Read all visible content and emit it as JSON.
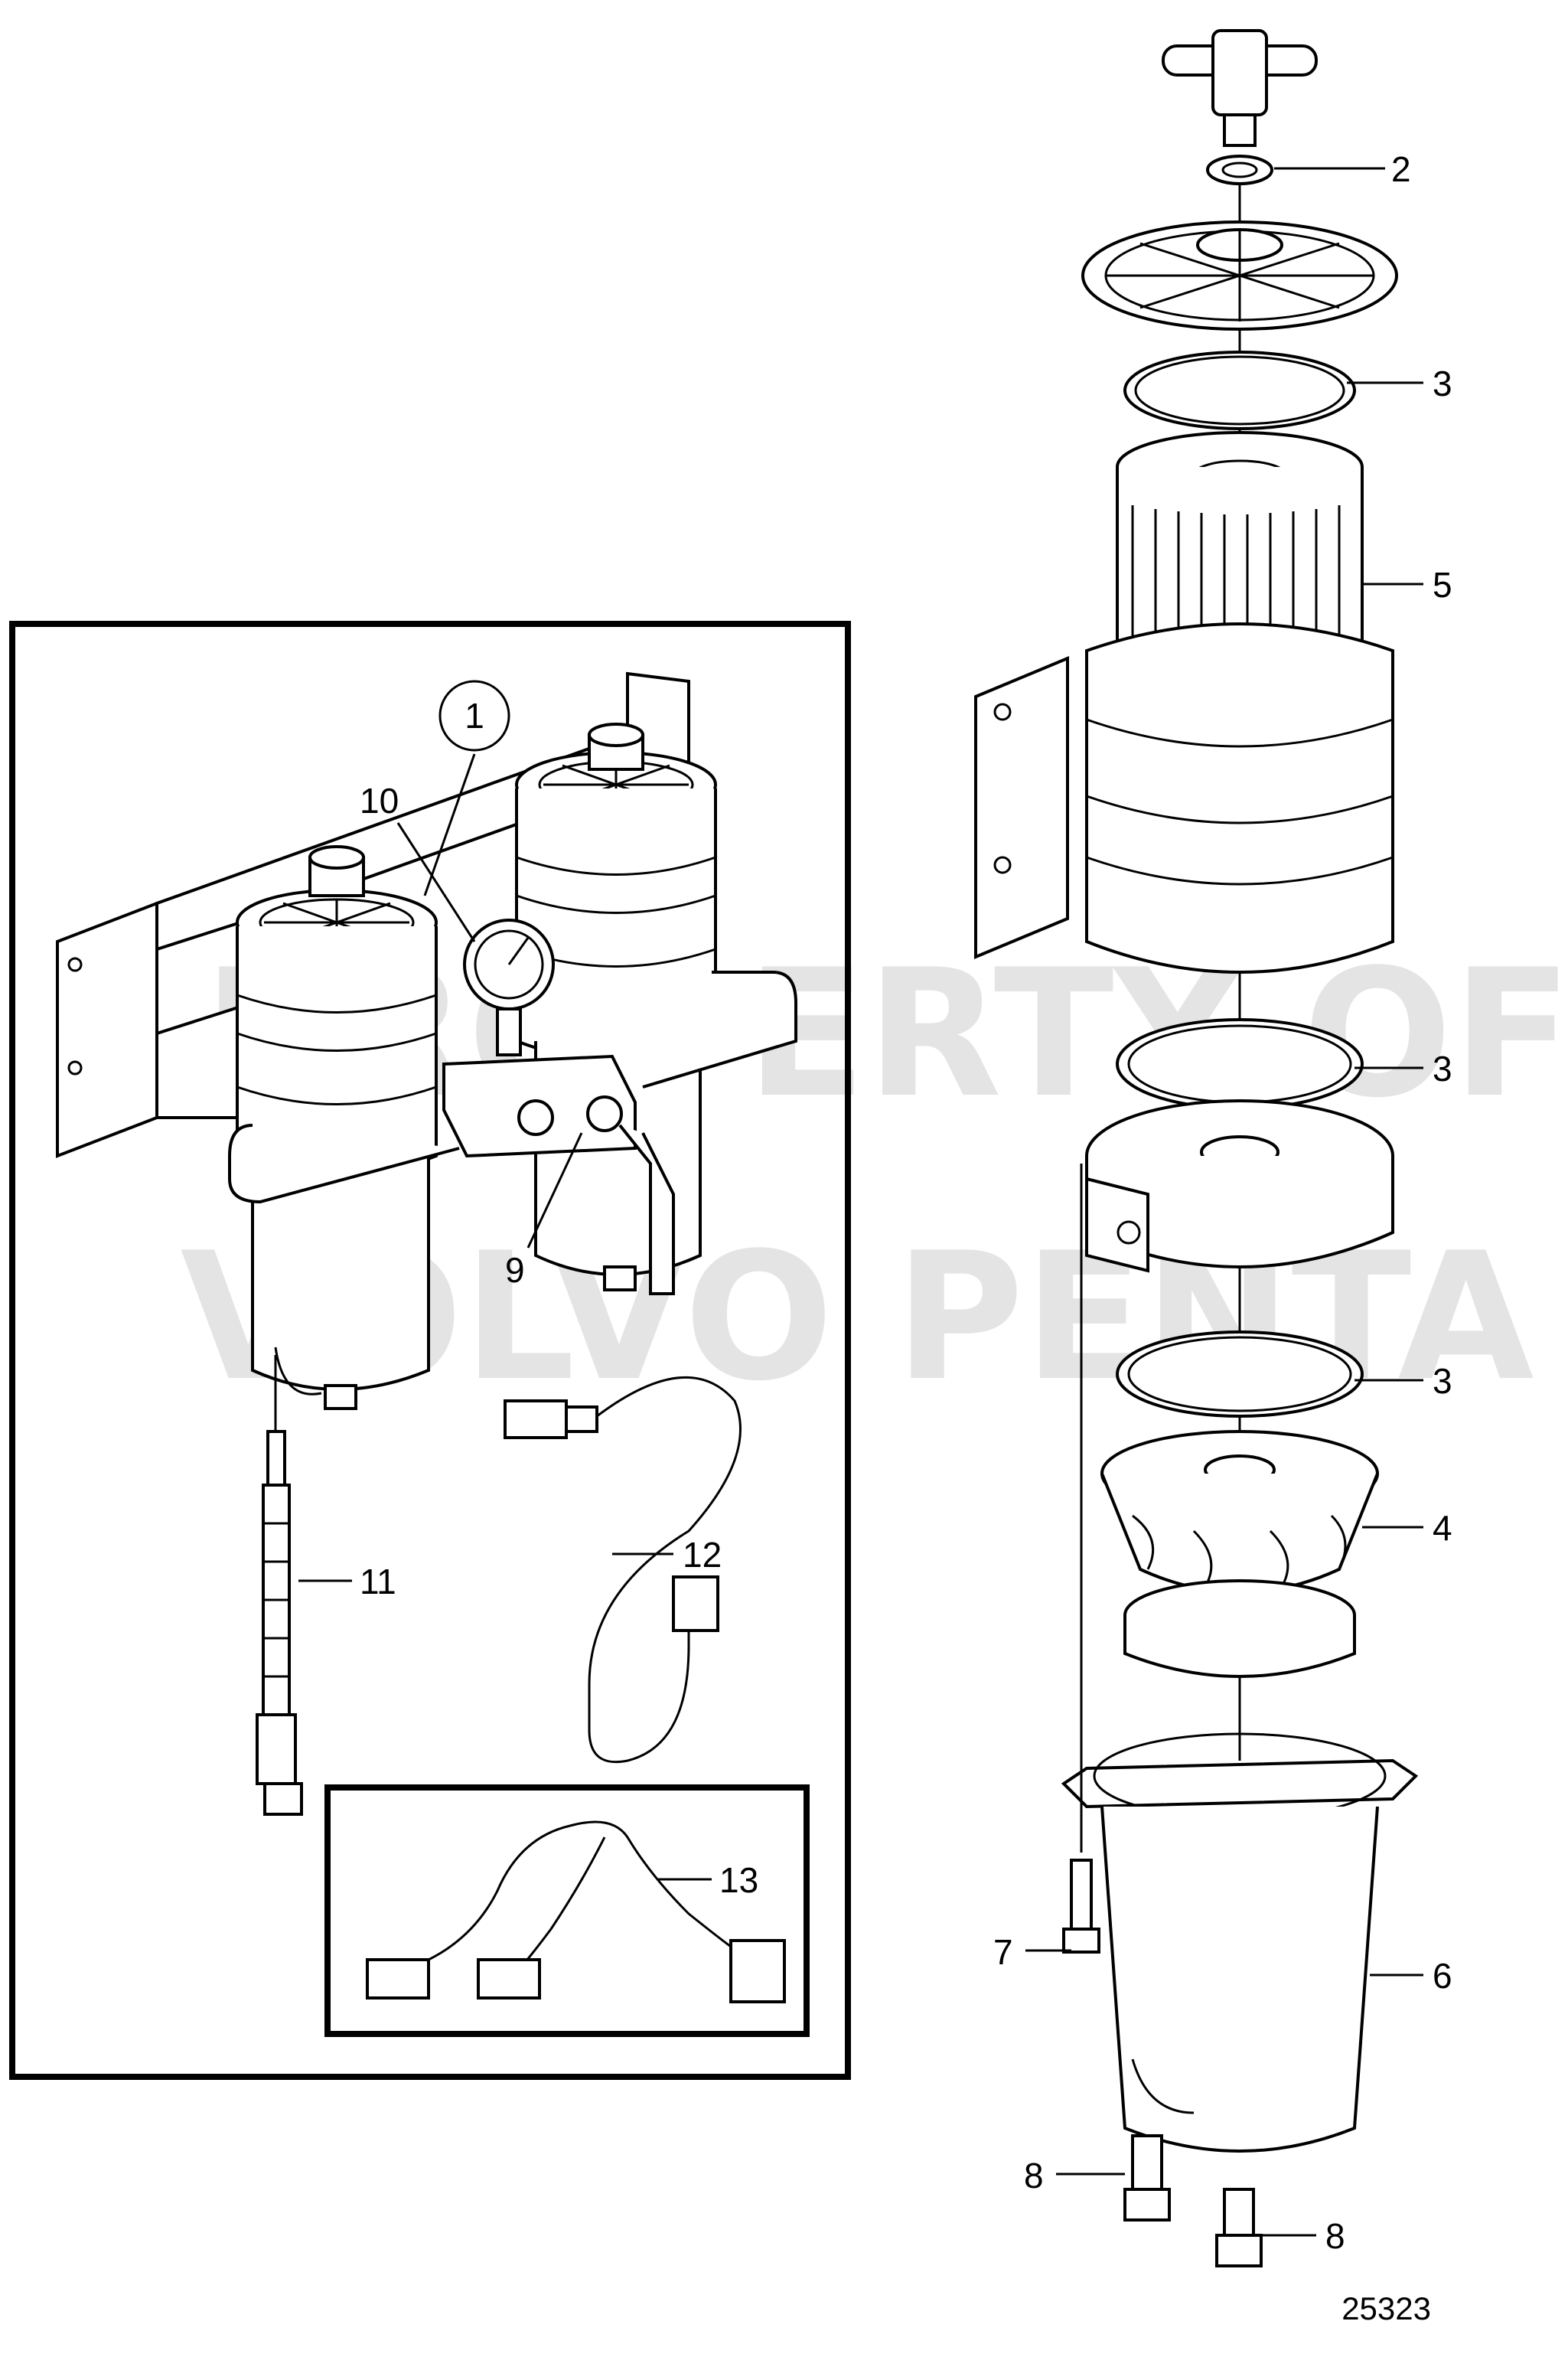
{
  "watermark": {
    "line1": "PROPERTY OF",
    "line2": "VOLVO PENTA"
  },
  "drawing_number": "25323",
  "callouts": {
    "c1": "1",
    "c2": "2",
    "c3a": "3",
    "c3b": "3",
    "c3c": "3",
    "c4": "4",
    "c5": "5",
    "c6": "6",
    "c7": "7",
    "c8a": "8",
    "c8b": "8",
    "c9": "9",
    "c10": "10",
    "c11": "11",
    "c12": "12",
    "c13": "13"
  }
}
